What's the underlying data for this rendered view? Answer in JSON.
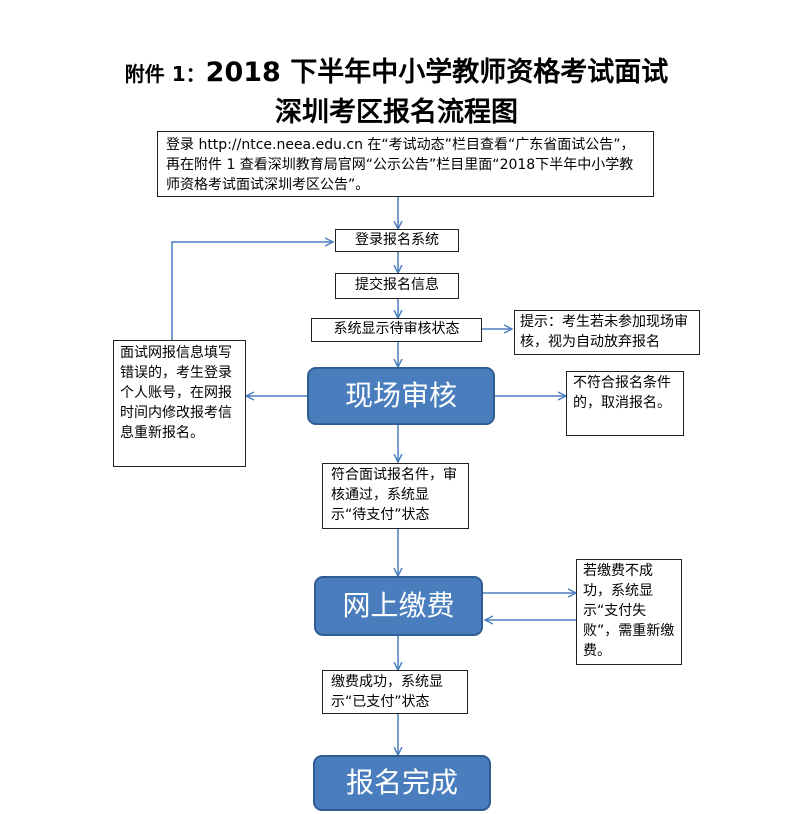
{
  "title": {
    "prefix": "附件 1：",
    "line1": "2018 下半年中小学教师资格考试面试",
    "line2": "深圳考区报名流程图"
  },
  "steps": {
    "intro": "登录 http://ntce.neea.edu.cn 在“考试动态”栏目查看“广东省面试公告”，再在附件 1 查看深圳教育局官网“公示公告”栏目里面“2018下半年中小学教师资格考试面试深圳考区公告”。",
    "login": "登录报名系统",
    "submit": "提交报名信息",
    "pending": "系统显示待审核状态",
    "tip": "提示：考生若未参加现场审核，视为自动放弃报名",
    "onsite_review": "现场审核",
    "error_fix": "面试网报信息填写错误的，考生登录个人账号，在网报时间内修改报考信息重新报名。",
    "reject": "不符合报名条件的，取消报名。",
    "approved": "符合面试报名件，审核通过，系统显示“待支付”状态",
    "online_pay": "网上缴费",
    "pay_fail": "若缴费不成功，系统显示“支付失败”，需重新缴费。",
    "pay_success": "缴费成功，系统显示“已支付”状态",
    "complete": "报名完成"
  }
}
